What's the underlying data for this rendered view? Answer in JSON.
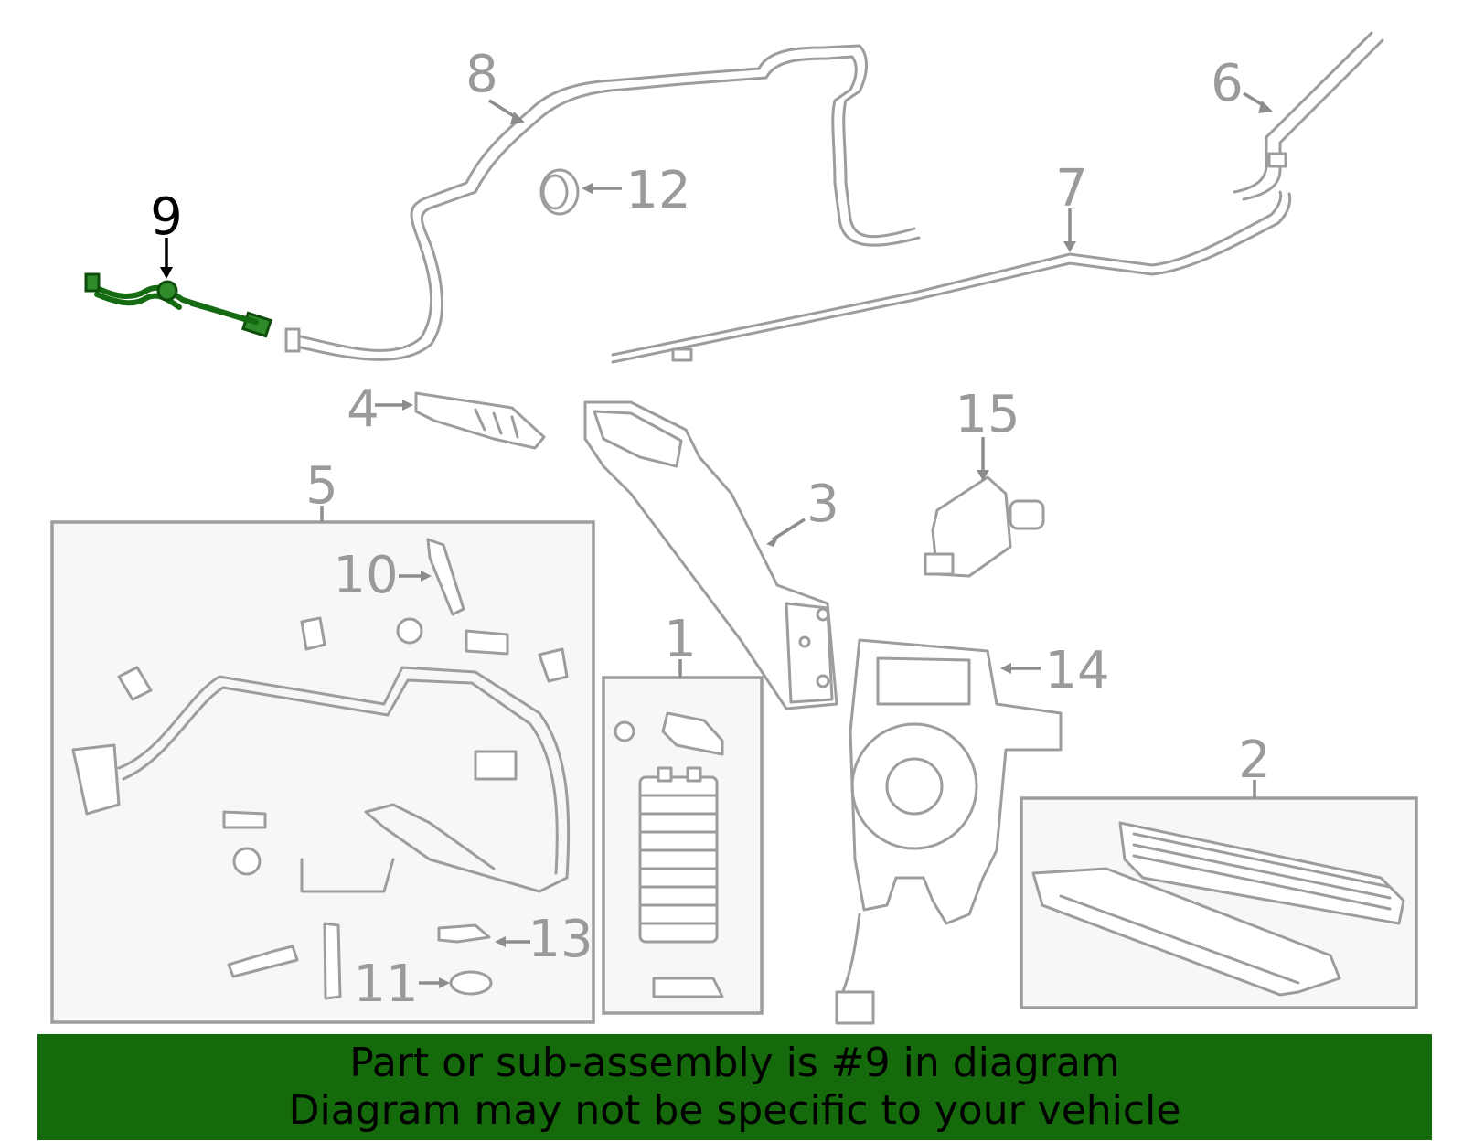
{
  "diagram": {
    "highlight_color": "#1a6b10",
    "banner_color": "#156a0c",
    "callouts": [
      {
        "id": "1",
        "label": "1"
      },
      {
        "id": "2",
        "label": "2"
      },
      {
        "id": "3",
        "label": "3"
      },
      {
        "id": "4",
        "label": "4"
      },
      {
        "id": "5",
        "label": "5"
      },
      {
        "id": "6",
        "label": "6"
      },
      {
        "id": "7",
        "label": "7"
      },
      {
        "id": "8",
        "label": "8"
      },
      {
        "id": "9",
        "label": "9",
        "highlighted": true
      },
      {
        "id": "10",
        "label": "10"
      },
      {
        "id": "11",
        "label": "11"
      },
      {
        "id": "12",
        "label": "12"
      },
      {
        "id": "13",
        "label": "13"
      },
      {
        "id": "14",
        "label": "14"
      },
      {
        "id": "15",
        "label": "15"
      }
    ]
  },
  "banner": {
    "line1": "Part or sub-assembly is #9 in diagram",
    "line2": "Diagram may not be specific to your vehicle"
  }
}
